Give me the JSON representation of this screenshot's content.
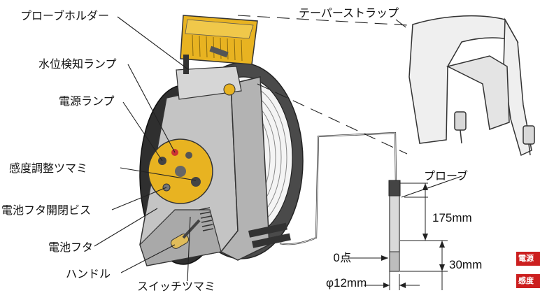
{
  "labels": {
    "probe_holder": "プローブホルダー",
    "water_level_lamp": "水位検知ランプ",
    "power_lamp": "電源ランプ",
    "sensitivity_knob": "感度調整ツマミ",
    "battery_cover_screw": "電池フタ開閉ビス",
    "battery_cover": "電池フタ",
    "handle": "ハンドル",
    "switch_knob": "スイッチツマミ",
    "taper_strap": "テーパーストラップ",
    "probe": "プローブ",
    "zero_point": "0点"
  },
  "dimensions": {
    "probe_length": "175mm",
    "tip_length": "30mm",
    "diameter": "φ12mm"
  },
  "badges": {
    "top": "電源",
    "bottom": "感度"
  },
  "colors": {
    "reel_yellow": "#e8b321",
    "frame_gray": "#bfbfbf",
    "reel_dark": "#3a3a3a",
    "badge_red": "#cc1f1f"
  }
}
